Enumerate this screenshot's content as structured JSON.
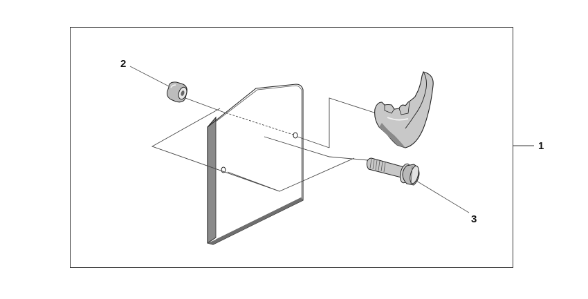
{
  "diagram": {
    "callouts": {
      "kit": "1",
      "collar": "2",
      "bolt": "3"
    },
    "parts": [
      {
        "number": "1",
        "icon": "kit-assembly-icon"
      },
      {
        "number": "2",
        "icon": "collar-spacer-icon"
      },
      {
        "number": "3",
        "icon": "flange-bolt-icon"
      }
    ],
    "colors": {
      "line": "#333333",
      "part_fill": "#c8c8c8",
      "part_dark": "#8a8a8a",
      "part_light": "#e6e6e6",
      "frame": "#333333"
    }
  }
}
